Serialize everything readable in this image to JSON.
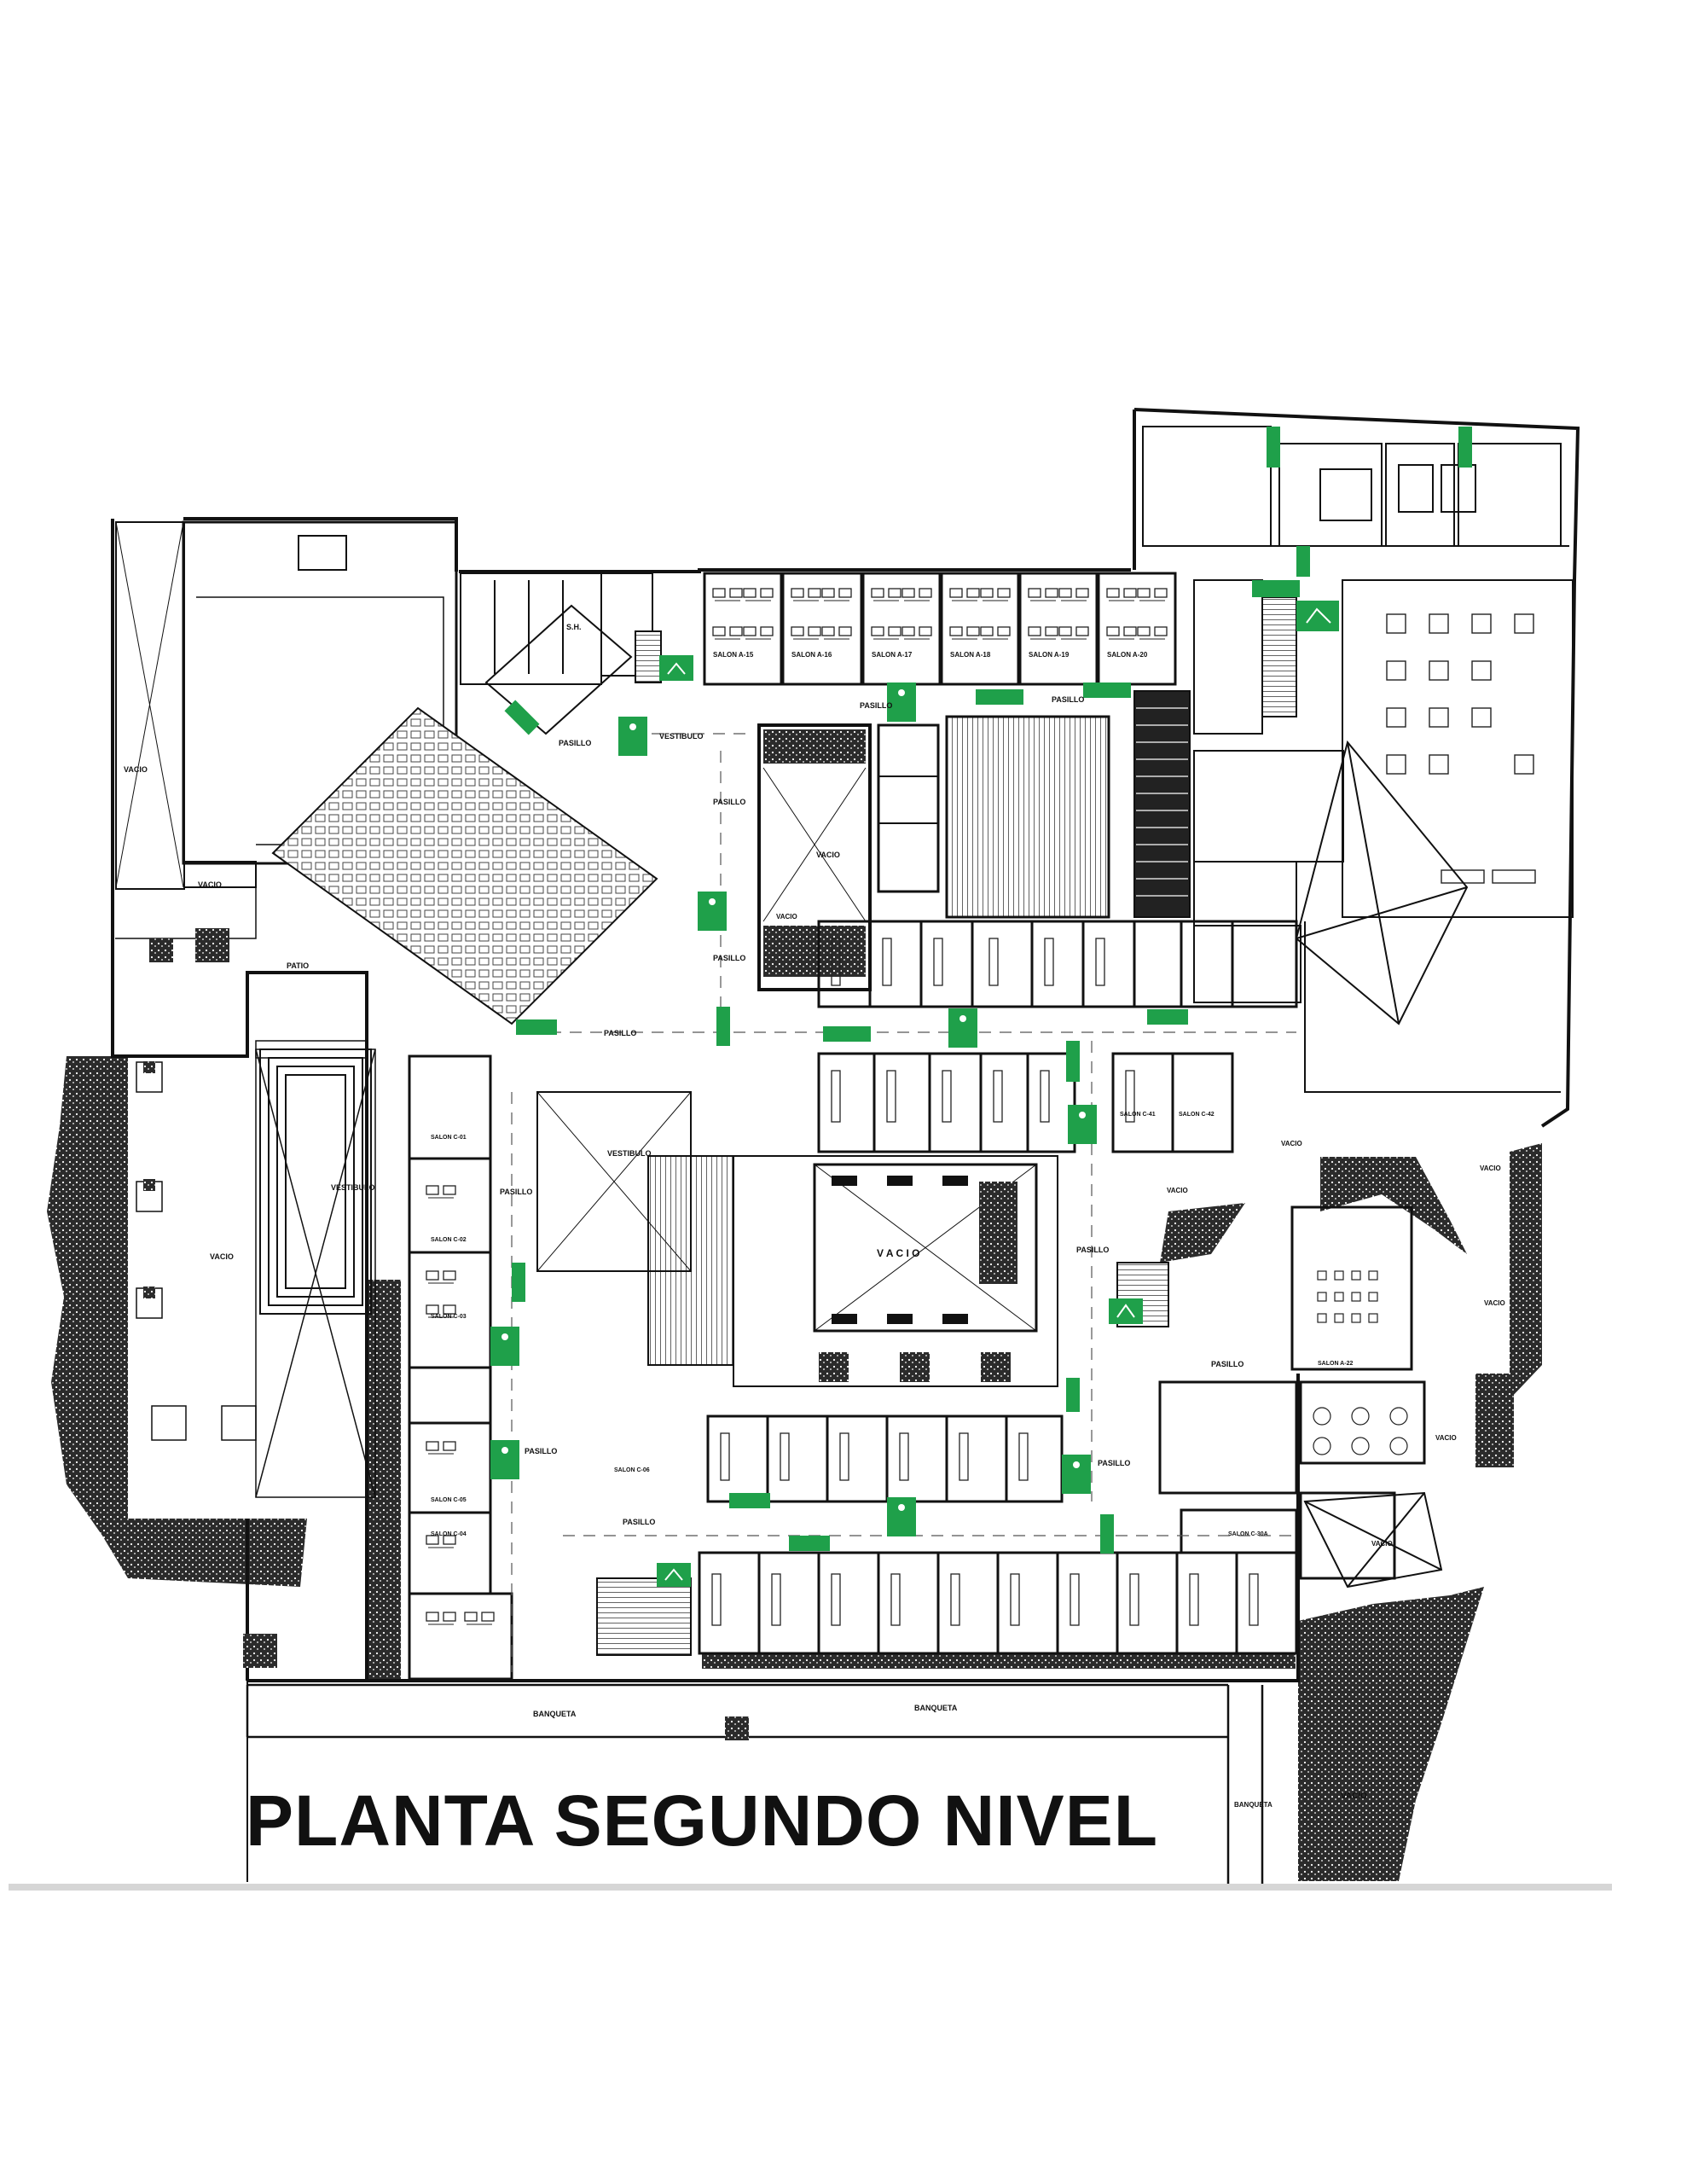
{
  "title": "PLANTA SEGUNDO NIVEL",
  "colors": {
    "wall": "#111111",
    "sign": "#1fa04a",
    "rule": "#d6d6d6",
    "landscape": "#2a2a2a"
  },
  "icons": [
    "exit-sign-icon",
    "assembly-point-icon",
    "evacuation-arrow-icon"
  ],
  "labels": {
    "vacio_nw": "VACIO",
    "vacio_w": "VACIO",
    "vacio_left": "VACIO",
    "vacio_center": "VACIO",
    "vacio_atrium": "V A C I O",
    "vacio_pit": "VACIO",
    "vacio_e1": "VACIO",
    "vacio_e2": "VACIO",
    "vacio_e3": "VACIO",
    "vacio_e4": "VACIO",
    "vacio_e5": "VACIO",
    "vacio_se": "VACIO",
    "vacio_sm": "VACIO",
    "patio": "PATIO",
    "vestibulo_w": "VESTIBULO",
    "vestibulo_n": "VESTIBULO",
    "vestibulo_c": "VESTIBULO",
    "pasillo_1": "PASILLO",
    "pasillo_2": "PASILLO",
    "pasillo_3": "PASILLO",
    "pasillo_4": "PASILLO",
    "pasillo_5": "PASILLO",
    "pasillo_6": "PASILLO",
    "pasillo_7": "PASILLO",
    "pasillo_8": "PASILLO",
    "pasillo_9": "PASILLO",
    "pasillo_10": "PASILLO",
    "pasillo_11": "PASILLO",
    "pasillo_12": "PASILLO",
    "banqueta_1": "BANQUETA",
    "banqueta_2": "BANQUETA",
    "banqueta_3": "BANQUETA",
    "sh": "S.H.",
    "salon_a15": "SALON A-15",
    "salon_a16": "SALON A-16",
    "salon_a17": "SALON A-17",
    "salon_a18": "SALON A-18",
    "salon_a19": "SALON A-19",
    "salon_a20": "SALON A-20",
    "salon_a22": "SALON A-22",
    "salon_c01": "SALON C-01",
    "salon_c02": "SALON C-02",
    "salon_c03": "SALON C-03",
    "salon_c04": "SALON C-04",
    "salon_c05": "SALON C-05",
    "salon_c06": "SALON C-06",
    "salon_c30a": "SALON C-30A",
    "salon_c41": "SALON C-41",
    "salon_c42": "SALON C-42"
  }
}
